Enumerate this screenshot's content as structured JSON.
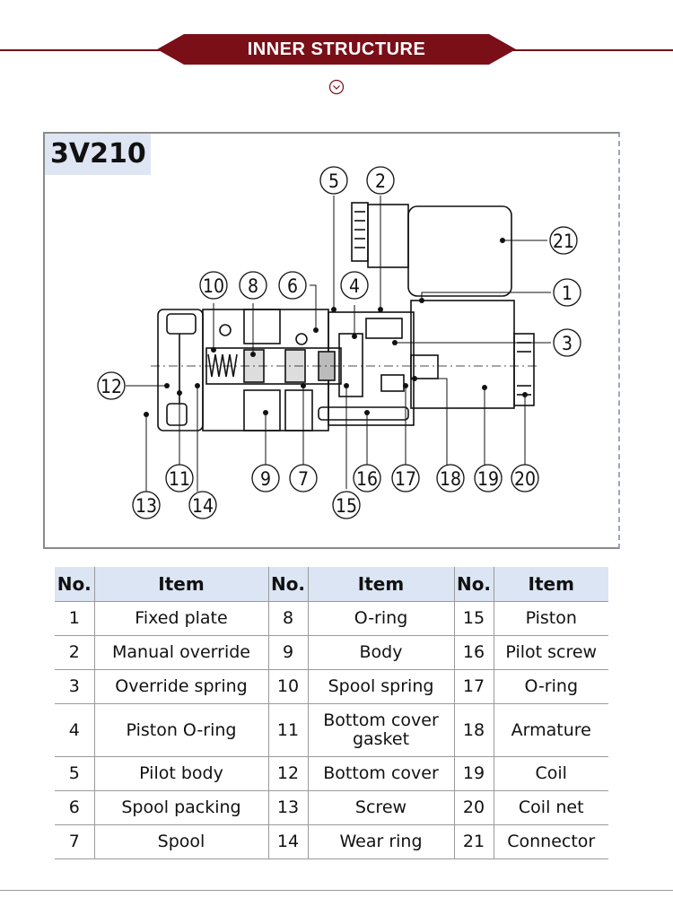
{
  "header": {
    "title": "INNER STRUCTURE"
  },
  "diagram": {
    "model": "3V210",
    "callouts": [
      "1",
      "2",
      "3",
      "4",
      "5",
      "6",
      "7",
      "8",
      "9",
      "10",
      "11",
      "12",
      "13",
      "14",
      "15",
      "16",
      "17",
      "18",
      "19",
      "20",
      "21"
    ]
  },
  "table": {
    "headers": [
      "No.",
      "Item",
      "No.",
      "Item",
      "No.",
      "Item"
    ],
    "rows": [
      {
        "n1": "1",
        "i1": "Fixed plate",
        "n2": "8",
        "i2": "O-ring",
        "n3": "15",
        "i3": "Piston"
      },
      {
        "n1": "2",
        "i1": "Manual override",
        "n2": "9",
        "i2": "Body",
        "n3": "16",
        "i3": "Pilot screw"
      },
      {
        "n1": "3",
        "i1": "Override spring",
        "n2": "10",
        "i2": "Spool spring",
        "n3": "17",
        "i3": "O-ring"
      },
      {
        "n1": "4",
        "i1": "Piston O-ring",
        "n2": "11",
        "i2": "Bottom cover gasket",
        "n3": "18",
        "i3": "Armature"
      },
      {
        "n1": "5",
        "i1": "Pilot body",
        "n2": "12",
        "i2": "Bottom cover",
        "n3": "19",
        "i3": "Coil"
      },
      {
        "n1": "6",
        "i1": "Spool packing",
        "n2": "13",
        "i2": "Screw",
        "n3": "20",
        "i3": "Coil net"
      },
      {
        "n1": "7",
        "i1": "Spool",
        "n2": "14",
        "i2": "Wear ring",
        "n3": "21",
        "i3": "Connector"
      }
    ]
  },
  "colors": {
    "banner": "#7a0f18",
    "header_fill": "#dbe5f3",
    "badge_fill": "#dfe6f3"
  },
  "icons": {
    "section_chevron": "chevron-down-circle-icon"
  }
}
